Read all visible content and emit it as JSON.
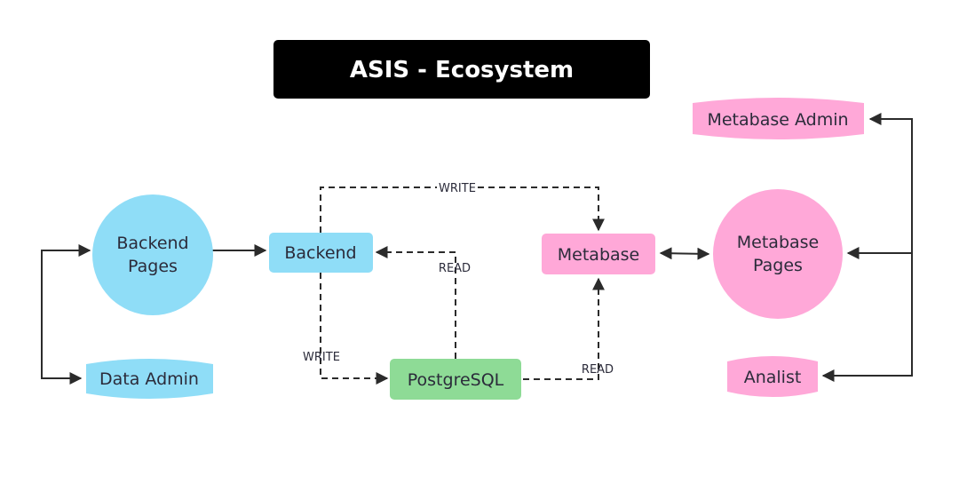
{
  "title": "ASIS - Ecosystem",
  "colors": {
    "title_bg": "#000000",
    "title_fg": "#ffffff",
    "blue": "#8fddf7",
    "pink": "#ffa8d8",
    "green": "#8edb96",
    "line": "#2b2b2b",
    "text": "#2b2b3a"
  },
  "nodes": {
    "backend_pages": {
      "line1": "Backend",
      "line2": "Pages"
    },
    "backend": {
      "label": "Backend"
    },
    "data_admin": {
      "label": "Data Admin"
    },
    "postgresql": {
      "label": "PostgreSQL"
    },
    "metabase": {
      "label": "Metabase"
    },
    "metabase_pages": {
      "line1": "Metabase",
      "line2": "Pages"
    },
    "metabase_admin": {
      "label": "Metabase Admin"
    },
    "analist": {
      "label": "Analist"
    }
  },
  "edges": {
    "backend_to_metabase": "WRITE",
    "postgres_to_backend": "READ",
    "backend_to_postgres": "WRITE",
    "postgres_to_metabase": "READ"
  }
}
